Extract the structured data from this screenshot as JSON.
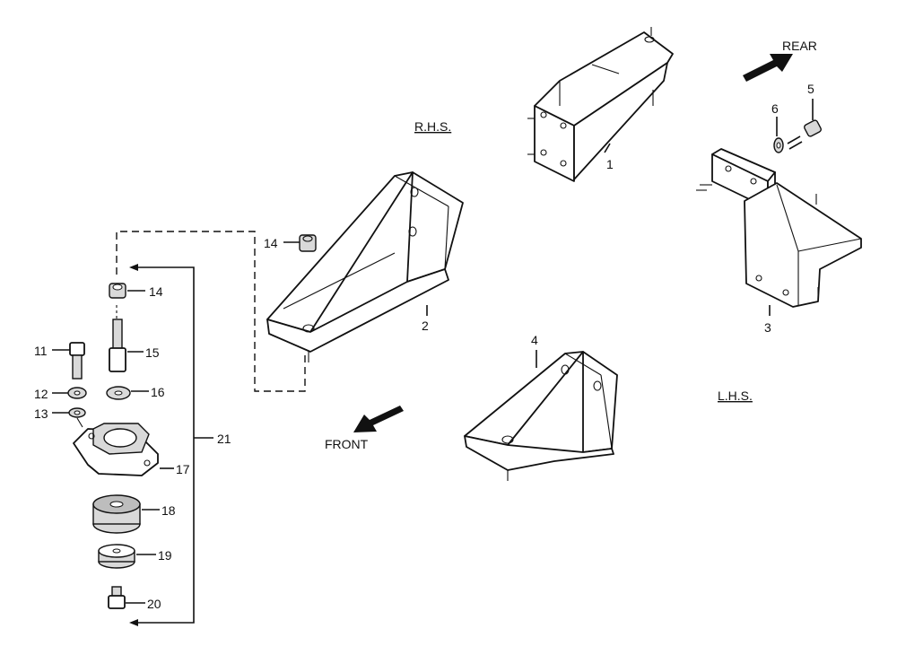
{
  "direction_labels": {
    "rear": "REAR",
    "front": "FRONT"
  },
  "side_labels": {
    "rhs": "R.H.S.",
    "lhs": "L.H.S."
  },
  "part_numbers": {
    "p1": "1",
    "p2": "2",
    "p3": "3",
    "p4": "4",
    "p5": "5",
    "p6": "6",
    "p11": "11",
    "p12": "12",
    "p13": "13",
    "p14_upper": "14",
    "p14_lower": "14",
    "p15": "15",
    "p16": "16",
    "p17": "17",
    "p18": "18",
    "p19": "19",
    "p20": "20",
    "p21": "21"
  }
}
